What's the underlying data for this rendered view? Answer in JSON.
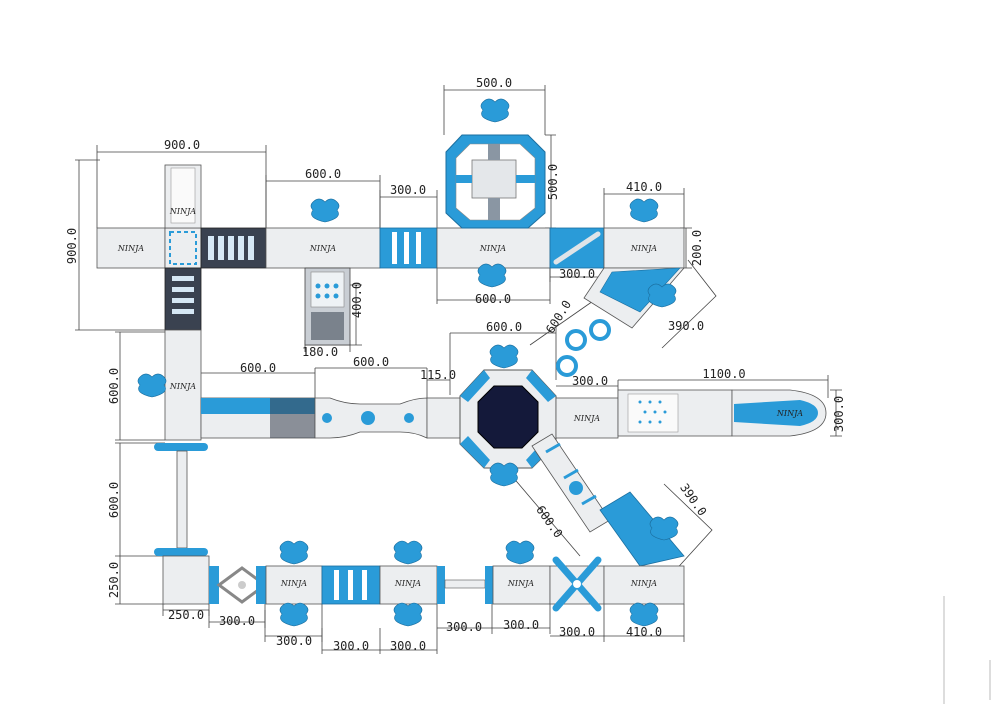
{
  "plan": {
    "module_label": "NINJA",
    "colors": {
      "blue": "#2a9bd8",
      "white": "#eceef0",
      "outline": "#555555",
      "dark": "#14193a"
    },
    "dimensions": {
      "d900_top": "900.0",
      "d900_left": "900.0",
      "d600_a": "600.0",
      "d300_a": "300.0",
      "d500_top": "500.0",
      "d500_right": "500.0",
      "d410_top": "410.0",
      "d200": "200.0",
      "d300_b": "300.0",
      "d600_b": "600.0",
      "d390_top": "390.0",
      "d400": "400.0",
      "d180": "180.0",
      "d600_c": "600.0",
      "d600_d": "600.0",
      "d600_e": "600.0",
      "d600_f": "600.0",
      "d115": "115.0",
      "d600_g": "600.0",
      "d300_c": "300.0",
      "d1100": "1100.0",
      "d300_d": "300.0",
      "d390_bottom": "390.0",
      "d600_h": "600.0",
      "d600_i": "600.0",
      "d250_left": "250.0",
      "d250_bottom": "250.0",
      "d300_e": "300.0",
      "d300_f": "300.0",
      "d300_g": "300.0",
      "d300_h": "300.0",
      "d300_i": "300.0",
      "d300_j": "300.0",
      "d300_k": "300.0",
      "d410_bottom": "410.0"
    }
  }
}
